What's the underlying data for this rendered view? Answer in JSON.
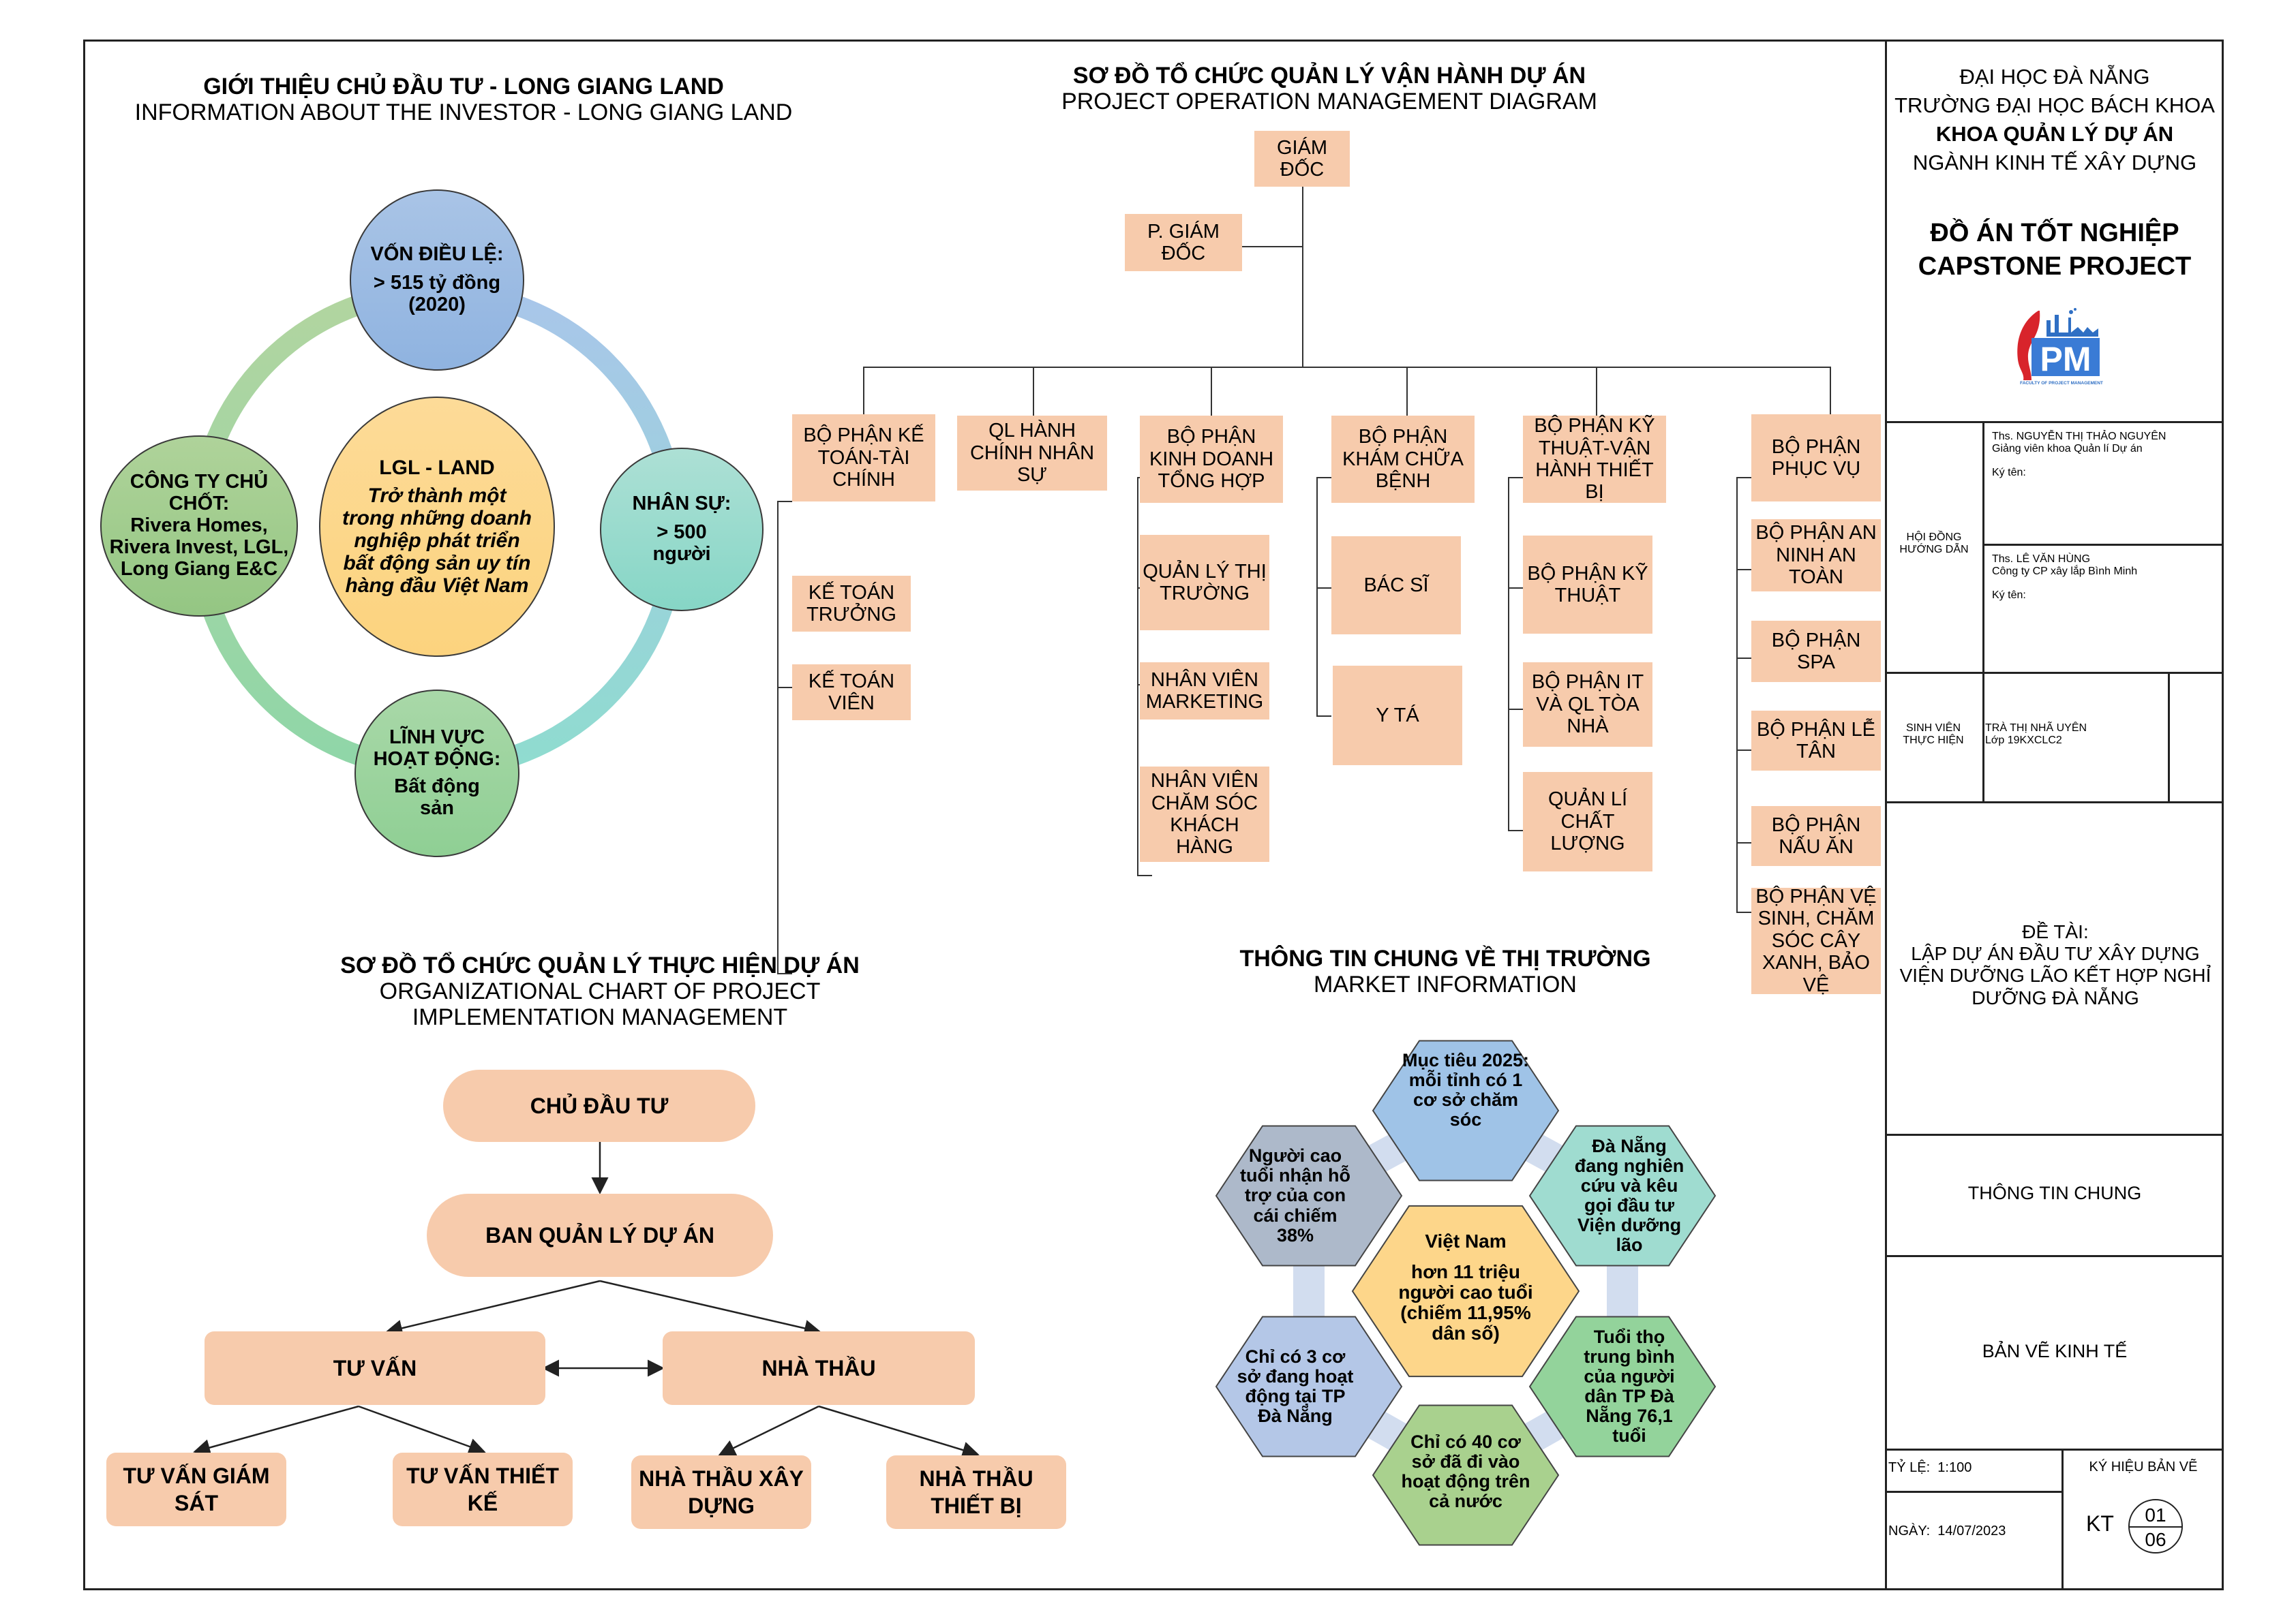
{
  "investor": {
    "title_vi": "GIỚI THIỆU CHỦ ĐẦU TƯ - LONG GIANG LAND",
    "title_en": "INFORMATION ABOUT THE INVESTOR - LONG GIANG LAND",
    "center": {
      "title": "LGL - LAND",
      "body": "Trở thành một trong những doanh nghiệp phát triển bất động sản uy tín hàng đầu Việt Nam"
    },
    "top": {
      "title": "VỐN ĐIỀU LỆ:",
      "body": "> 515 tỷ đồng (2020)"
    },
    "right": {
      "title": "NHÂN SỰ:",
      "body": "> 500 người"
    },
    "bottom": {
      "title": "LĨNH VỰC HOẠT ĐỘNG:",
      "body": "Bất động sản"
    },
    "left": {
      "title": "CÔNG TY CHỦ CHỐT:",
      "body": "Rivera Homes, Rivera Invest, LGL, Long Giang E&C"
    },
    "colors": {
      "top": "#9DBDE3",
      "right": "#9EDFD3",
      "bottom": "#A6D9A3",
      "left": "#A9CF92",
      "center": "#FDD78E"
    }
  },
  "operation": {
    "title_vi": "SƠ ĐỒ TỔ CHỨC QUẢN LÝ VẬN HÀNH DỰ ÁN",
    "title_en": "PROJECT OPERATION MANAGEMENT DIAGRAM",
    "director": "GIÁM ĐỐC",
    "deputy": "P. GIÁM ĐỐC",
    "departments": [
      {
        "name": "BỘ PHẬN KẾ TOÁN-TÀI CHÍNH",
        "children": [
          "KẾ TOÁN TRƯỞNG",
          "KẾ TOÁN VIÊN"
        ]
      },
      {
        "name": "QL HÀNH CHÍNH NHÂN SỰ",
        "children": []
      },
      {
        "name": "BỘ PHẬN KINH DOANH TỔNG HỢP",
        "children": [
          "QUẢN LÝ THỊ TRƯỜNG",
          "NHÂN VIÊN MARKETING",
          "NHÂN VIÊN CHĂM SÓC KHÁCH HÀNG"
        ]
      },
      {
        "name": "BỘ PHẬN KHÁM CHỮA BỆNH",
        "children": [
          "BÁC SĨ",
          "Y TÁ"
        ]
      },
      {
        "name": "BỘ PHẬN KỸ THUẬT-VẬN HÀNH THIẾT BỊ",
        "children": [
          "BỘ PHẬN KỸ THUẬT",
          "BỘ PHẬN IT VÀ QL TÒA NHÀ",
          "QUẢN LÍ CHẤT LƯỢNG"
        ]
      },
      {
        "name": "BỘ PHẬN PHỤC VỤ",
        "children": [
          "BỘ PHẬN AN NINH AN TOÀN",
          "BỘ PHẬN SPA",
          "BỘ PHẬN LỄ TÂN",
          "BỘ PHẬN NẤU ĂN",
          "BỘ PHẬN VỆ SINH, CHĂM SÓC CÂY XANH, BẢO VỆ"
        ]
      }
    ],
    "box_color": "#F7CBAC"
  },
  "implementation": {
    "title_vi": "SƠ ĐỒ TỔ CHỨC QUẢN LÝ THỰC HIỆN DỰ ÁN",
    "title_en": "ORGANIZATIONAL CHART OF PROJECT IMPLEMENTATION MANAGEMENT",
    "owner": "CHỦ ĐẦU TƯ",
    "pmu": "BAN QUẢN LÝ DỰ ÁN",
    "consultant": "TƯ VẤN",
    "contractor": "NHÀ THẦU",
    "consultant_children": [
      "TƯ VẤN GIÁM SÁT",
      "TƯ VẤN THIẾT KẾ"
    ],
    "contractor_children": [
      "NHÀ THẦU XÂY DỰNG",
      "NHÀ THẦU THIẾT BỊ"
    ]
  },
  "market": {
    "title_vi": "THÔNG TIN CHUNG VỀ THỊ TRƯỜNG",
    "title_en": "MARKET INFORMATION",
    "center": {
      "title": "Việt Nam",
      "body": "hơn 11 triệu người cao tuổi (chiếm 11,95% dân số)",
      "color": "#FDD68A"
    },
    "hexagons": [
      {
        "text": "Mục tiêu 2025: mỗi tỉnh có 1 cơ sở chăm sóc",
        "color": "#9FC3E7"
      },
      {
        "text": "Đà Nẵng đang nghiên cứu và kêu gọi đầu tư Viện dưỡng lão",
        "color": "#9FDCD0"
      },
      {
        "text": "Tuổi thọ trung bình của người dân TP Đà Nẵng 76,1 tuổi",
        "color": "#93D39B"
      },
      {
        "text": "Chỉ có 40 cơ sở đã đi vào hoạt động trên cả nước",
        "color": "#A9D18E"
      },
      {
        "text": "Chỉ có 3 cơ sở đang hoạt động tại TP Đà Nẵng",
        "color": "#B4C7E7"
      },
      {
        "text": "Người cao tuổi nhận hỗ trợ của con cái chiếm 38%",
        "color": "#ADB9CA"
      }
    ]
  },
  "title_block": {
    "university": "ĐẠI HỌC ĐÀ NẴNG",
    "school": "TRƯỜNG ĐẠI HỌC BÁCH KHOA",
    "faculty": "KHOA QUẢN LÝ DỰ ÁN",
    "major": "NGÀNH KINH TẾ XÂY DỰNG",
    "project_vi": "ĐỒ ÁN TỐT NGHIỆP",
    "project_en": "CAPSTONE PROJECT",
    "logo_caption": "FACULTY OF PROJECT MANAGEMENT",
    "logo_letters": "PM",
    "advisors_label": "HỘI ĐỒNG HƯỚNG DẪN",
    "advisor1_name": "Ths. NGUYỄN THỊ THẢO NGUYÊN",
    "advisor1_role": "Giảng viên khoa Quản lí Dự án",
    "advisor2_name": "Ths. LÊ VĂN HÙNG",
    "advisor2_role": "Công ty CP xây lắp Bình Minh",
    "sign_label": "Ký tên:",
    "student_label": "SINH VIÊN THỰC HIỆN",
    "student_name": "TRÀ THỊ NHÃ UYÊN",
    "student_class": "Lớp 19KXCLC2",
    "topic_label": "ĐỀ TÀI:",
    "topic": "LẬP DỰ ÁN ĐẦU TƯ XÂY DỰNG VIỆN DƯỠNG LÃO KẾT HỢP NGHỈ DƯỠNG ĐÀ NẴNG",
    "sheet_title": "THÔNG TIN CHUNG",
    "drawing_type": "BẢN VẼ KINH TẾ",
    "scale_label": "TỶ LỆ:",
    "scale": "1:100",
    "date_label": "NGÀY:",
    "date": "14/07/2023",
    "code_label": "KÝ HIỆU BẢN VẼ",
    "code": "KT",
    "sheet_no": "01",
    "sheet_total": "06"
  }
}
